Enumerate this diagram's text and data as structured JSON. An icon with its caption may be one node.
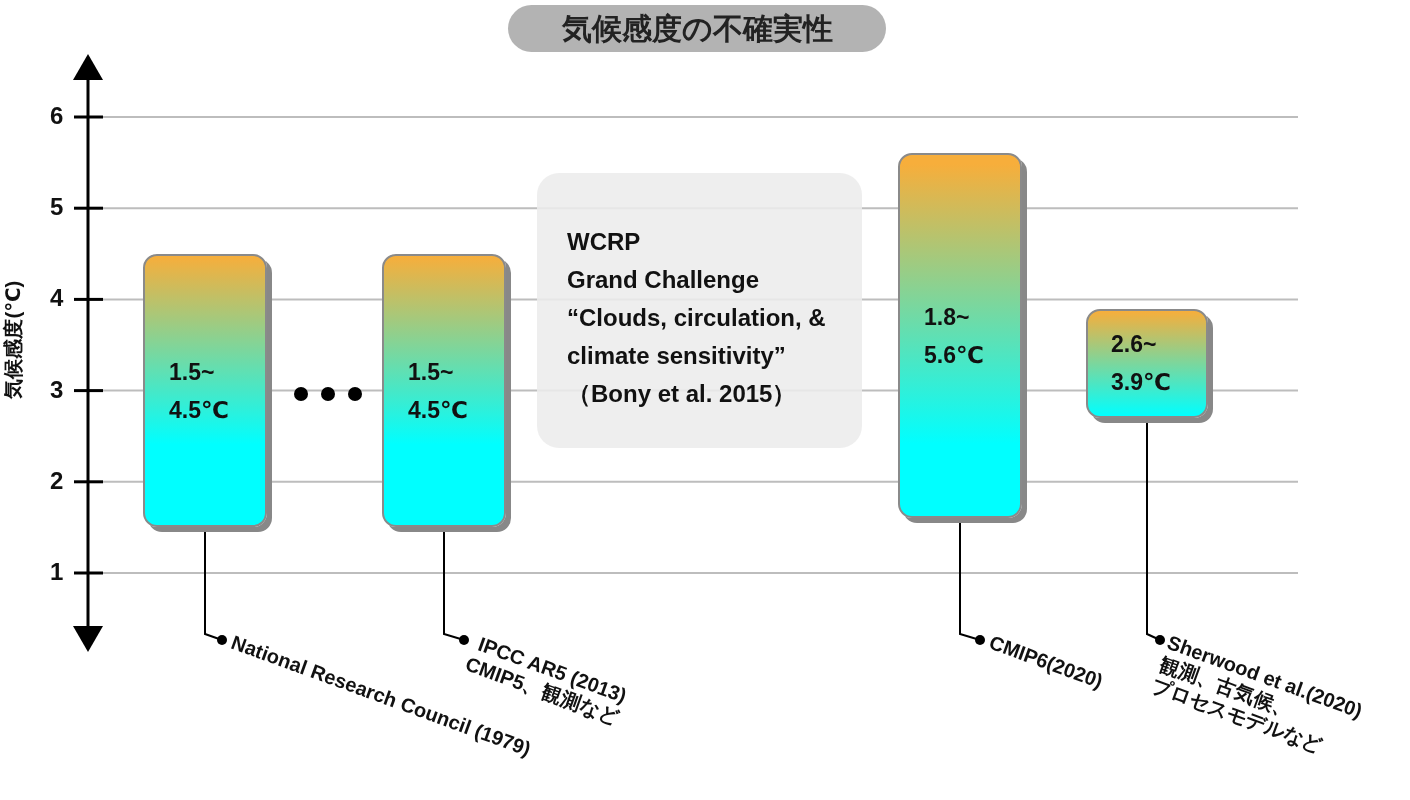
{
  "diagram": {
    "title": "気候感度の不確実性",
    "nodes": [
      {
        "text": [
          "1.5~ 4.5℃"
        ]
      },
      {
        "text": [
          "1.5~ 4.5℃"
        ]
      },
      {
        "text": [
          "WCRP",
          "Grand Challenge",
          "“Clouds, circulation, & climate sensitivity”",
          "（Bony et al. 2015）"
        ]
      },
      {
        "text": [
          "1.8~ 5.6℃"
        ]
      },
      {
        "text": [
          "2.6~ 3.9℃"
        ]
      },
      {
        "text": [
          "National Research Council (1979)"
        ]
      },
      {
        "text": [
          "IPCC AR5 (2013)",
          "CMIP5、観測など"
        ]
      },
      {
        "text": [
          "CMIP6(2020)"
        ]
      },
      {
        "text": [
          "Sherwood et al.(2020)",
          "観測、古気候、",
          "プロセスモデルなど"
        ]
      }
    ],
    "edges": [
      {
        "from": 5,
        "to": 0,
        "arrow": "other"
      },
      {
        "from": 6,
        "to": 1,
        "arrow": "other"
      },
      {
        "from": 7,
        "to": 3,
        "arrow": "other"
      },
      {
        "from": 8,
        "to": 4,
        "arrow": "other"
      }
    ],
    "labels": [
      "6",
      "5",
      "4",
      "3",
      "2",
      "1",
      "気候感度(℃)"
    ]
  }
}
